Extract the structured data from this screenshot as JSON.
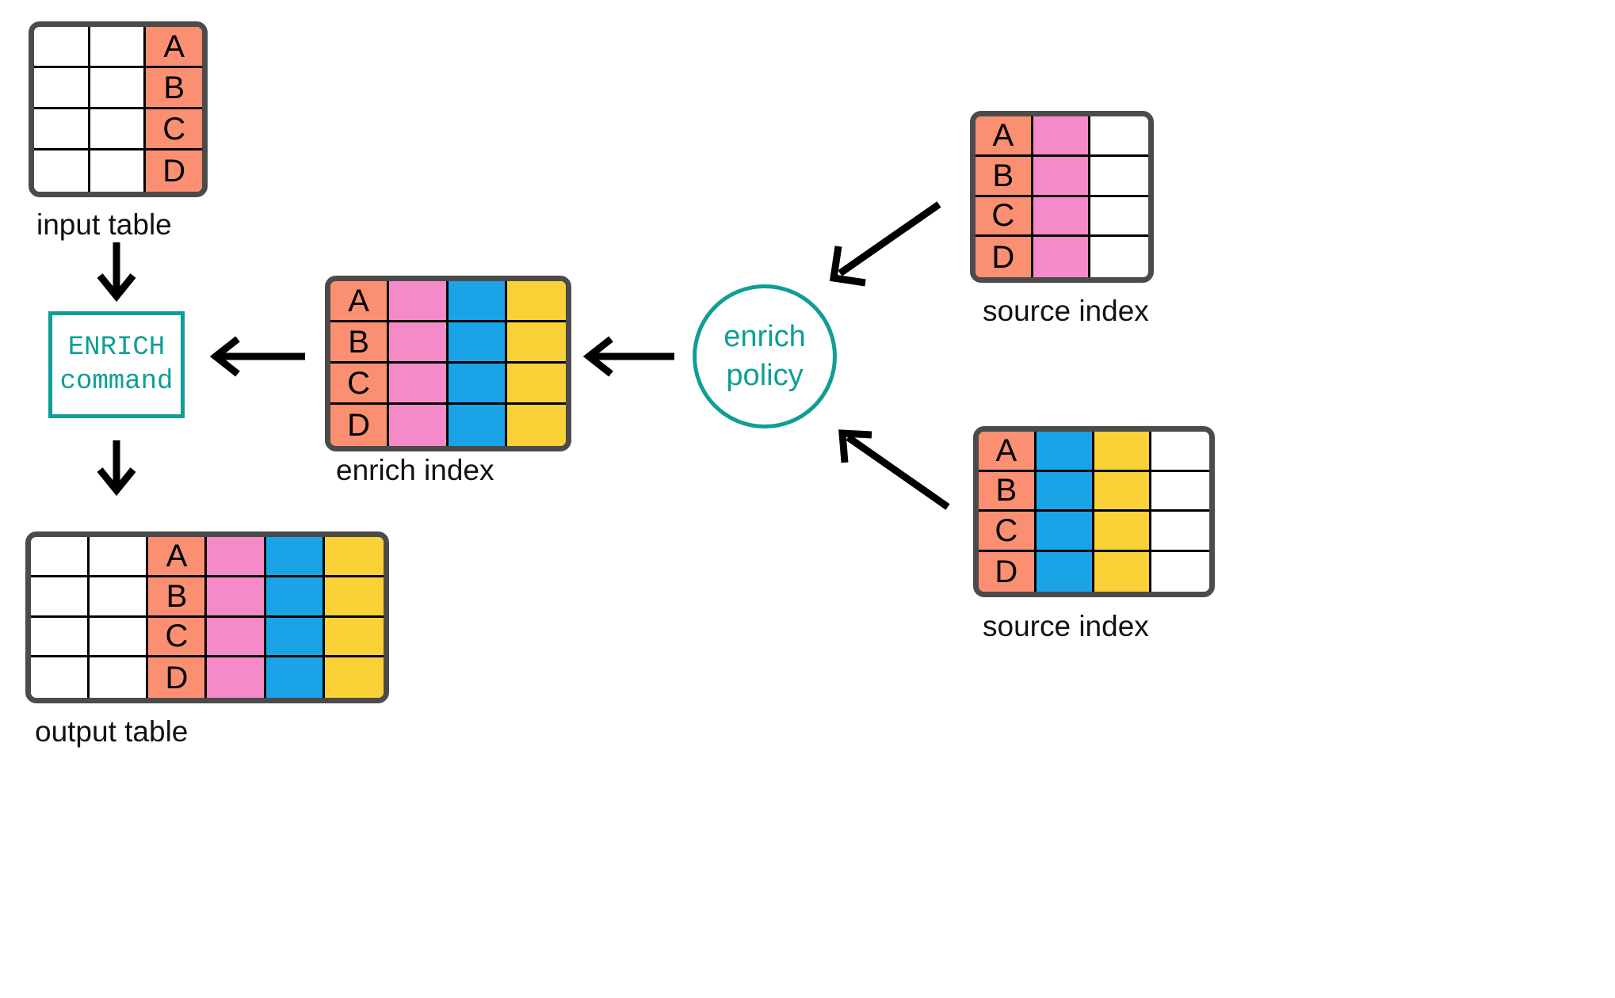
{
  "palette": {
    "salmon": "#FA8F72",
    "pink": "#F48BC8",
    "blue": "#1BA3E8",
    "yellow": "#FBD138",
    "white": "#FFFFFF",
    "teal": "#0F9E96",
    "border_dark": "#4B4B4B",
    "grid_black": "#000000",
    "arrow_black": "#000000",
    "background": "#FFFFFF"
  },
  "row_keys": [
    "A",
    "B",
    "C",
    "D"
  ],
  "input_table": {
    "label": "input table",
    "columns": 3,
    "rows": [
      [
        {
          "text": "",
          "color": "#FFFFFF"
        },
        {
          "text": "",
          "color": "#FFFFFF"
        },
        {
          "text": "A",
          "color": "#FA8F72"
        }
      ],
      [
        {
          "text": "",
          "color": "#FFFFFF"
        },
        {
          "text": "",
          "color": "#FFFFFF"
        },
        {
          "text": "B",
          "color": "#FA8F72"
        }
      ],
      [
        {
          "text": "",
          "color": "#FFFFFF"
        },
        {
          "text": "",
          "color": "#FFFFFF"
        },
        {
          "text": "C",
          "color": "#FA8F72"
        }
      ],
      [
        {
          "text": "",
          "color": "#FFFFFF"
        },
        {
          "text": "",
          "color": "#FFFFFF"
        },
        {
          "text": "D",
          "color": "#FA8F72"
        }
      ]
    ]
  },
  "output_table": {
    "label": "output table",
    "columns": 6,
    "rows": [
      [
        {
          "text": "",
          "color": "#FFFFFF"
        },
        {
          "text": "",
          "color": "#FFFFFF"
        },
        {
          "text": "A",
          "color": "#FA8F72"
        },
        {
          "text": "",
          "color": "#F48BC8"
        },
        {
          "text": "",
          "color": "#1BA3E8"
        },
        {
          "text": "",
          "color": "#FBD138"
        }
      ],
      [
        {
          "text": "",
          "color": "#FFFFFF"
        },
        {
          "text": "",
          "color": "#FFFFFF"
        },
        {
          "text": "B",
          "color": "#FA8F72"
        },
        {
          "text": "",
          "color": "#F48BC8"
        },
        {
          "text": "",
          "color": "#1BA3E8"
        },
        {
          "text": "",
          "color": "#FBD138"
        }
      ],
      [
        {
          "text": "",
          "color": "#FFFFFF"
        },
        {
          "text": "",
          "color": "#FFFFFF"
        },
        {
          "text": "C",
          "color": "#FA8F72"
        },
        {
          "text": "",
          "color": "#F48BC8"
        },
        {
          "text": "",
          "color": "#1BA3E8"
        },
        {
          "text": "",
          "color": "#FBD138"
        }
      ],
      [
        {
          "text": "",
          "color": "#FFFFFF"
        },
        {
          "text": "",
          "color": "#FFFFFF"
        },
        {
          "text": "D",
          "color": "#FA8F72"
        },
        {
          "text": "",
          "color": "#F48BC8"
        },
        {
          "text": "",
          "color": "#1BA3E8"
        },
        {
          "text": "",
          "color": "#FBD138"
        }
      ]
    ]
  },
  "enrich_index": {
    "label": "enrich index",
    "columns": 4,
    "rows": [
      [
        {
          "text": "A",
          "color": "#FA8F72"
        },
        {
          "text": "",
          "color": "#F48BC8"
        },
        {
          "text": "",
          "color": "#1BA3E8"
        },
        {
          "text": "",
          "color": "#FBD138"
        }
      ],
      [
        {
          "text": "B",
          "color": "#FA8F72"
        },
        {
          "text": "",
          "color": "#F48BC8"
        },
        {
          "text": "",
          "color": "#1BA3E8"
        },
        {
          "text": "",
          "color": "#FBD138"
        }
      ],
      [
        {
          "text": "C",
          "color": "#FA8F72"
        },
        {
          "text": "",
          "color": "#F48BC8"
        },
        {
          "text": "",
          "color": "#1BA3E8"
        },
        {
          "text": "",
          "color": "#FBD138"
        }
      ],
      [
        {
          "text": "D",
          "color": "#FA8F72"
        },
        {
          "text": "",
          "color": "#F48BC8"
        },
        {
          "text": "",
          "color": "#1BA3E8"
        },
        {
          "text": "",
          "color": "#FBD138"
        }
      ]
    ]
  },
  "source_index_top": {
    "label": "source index",
    "columns": 3,
    "rows": [
      [
        {
          "text": "A",
          "color": "#FA8F72"
        },
        {
          "text": "",
          "color": "#F48BC8"
        },
        {
          "text": "",
          "color": "#FFFFFF"
        }
      ],
      [
        {
          "text": "B",
          "color": "#FA8F72"
        },
        {
          "text": "",
          "color": "#F48BC8"
        },
        {
          "text": "",
          "color": "#FFFFFF"
        }
      ],
      [
        {
          "text": "C",
          "color": "#FA8F72"
        },
        {
          "text": "",
          "color": "#F48BC8"
        },
        {
          "text": "",
          "color": "#FFFFFF"
        }
      ],
      [
        {
          "text": "D",
          "color": "#FA8F72"
        },
        {
          "text": "",
          "color": "#F48BC8"
        },
        {
          "text": "",
          "color": "#FFFFFF"
        }
      ]
    ]
  },
  "source_index_bottom": {
    "label": "source index",
    "columns": 4,
    "rows": [
      [
        {
          "text": "A",
          "color": "#FA8F72"
        },
        {
          "text": "",
          "color": "#1BA3E8"
        },
        {
          "text": "",
          "color": "#FBD138"
        },
        {
          "text": "",
          "color": "#FFFFFF"
        }
      ],
      [
        {
          "text": "B",
          "color": "#FA8F72"
        },
        {
          "text": "",
          "color": "#1BA3E8"
        },
        {
          "text": "",
          "color": "#FBD138"
        },
        {
          "text": "",
          "color": "#FFFFFF"
        }
      ],
      [
        {
          "text": "C",
          "color": "#FA8F72"
        },
        {
          "text": "",
          "color": "#1BA3E8"
        },
        {
          "text": "",
          "color": "#FBD138"
        },
        {
          "text": "",
          "color": "#FFFFFF"
        }
      ],
      [
        {
          "text": "D",
          "color": "#FA8F72"
        },
        {
          "text": "",
          "color": "#1BA3E8"
        },
        {
          "text": "",
          "color": "#FBD138"
        },
        {
          "text": "",
          "color": "#FFFFFF"
        }
      ]
    ]
  },
  "enrich_command": {
    "line1": "ENRICH",
    "line2": "command"
  },
  "enrich_policy": {
    "line1": "enrich",
    "line2": "policy"
  },
  "arrows": [
    {
      "name": "input-table-to-enrich-command",
      "direction": "down"
    },
    {
      "name": "enrich-command-to-output-table",
      "direction": "down"
    },
    {
      "name": "enrich-index-to-enrich-command",
      "direction": "left"
    },
    {
      "name": "enrich-policy-to-enrich-index",
      "direction": "left"
    },
    {
      "name": "source-index-top-to-enrich-policy",
      "direction": "diagonal-down-left"
    },
    {
      "name": "source-index-bottom-to-enrich-policy",
      "direction": "diagonal-up-left"
    }
  ]
}
